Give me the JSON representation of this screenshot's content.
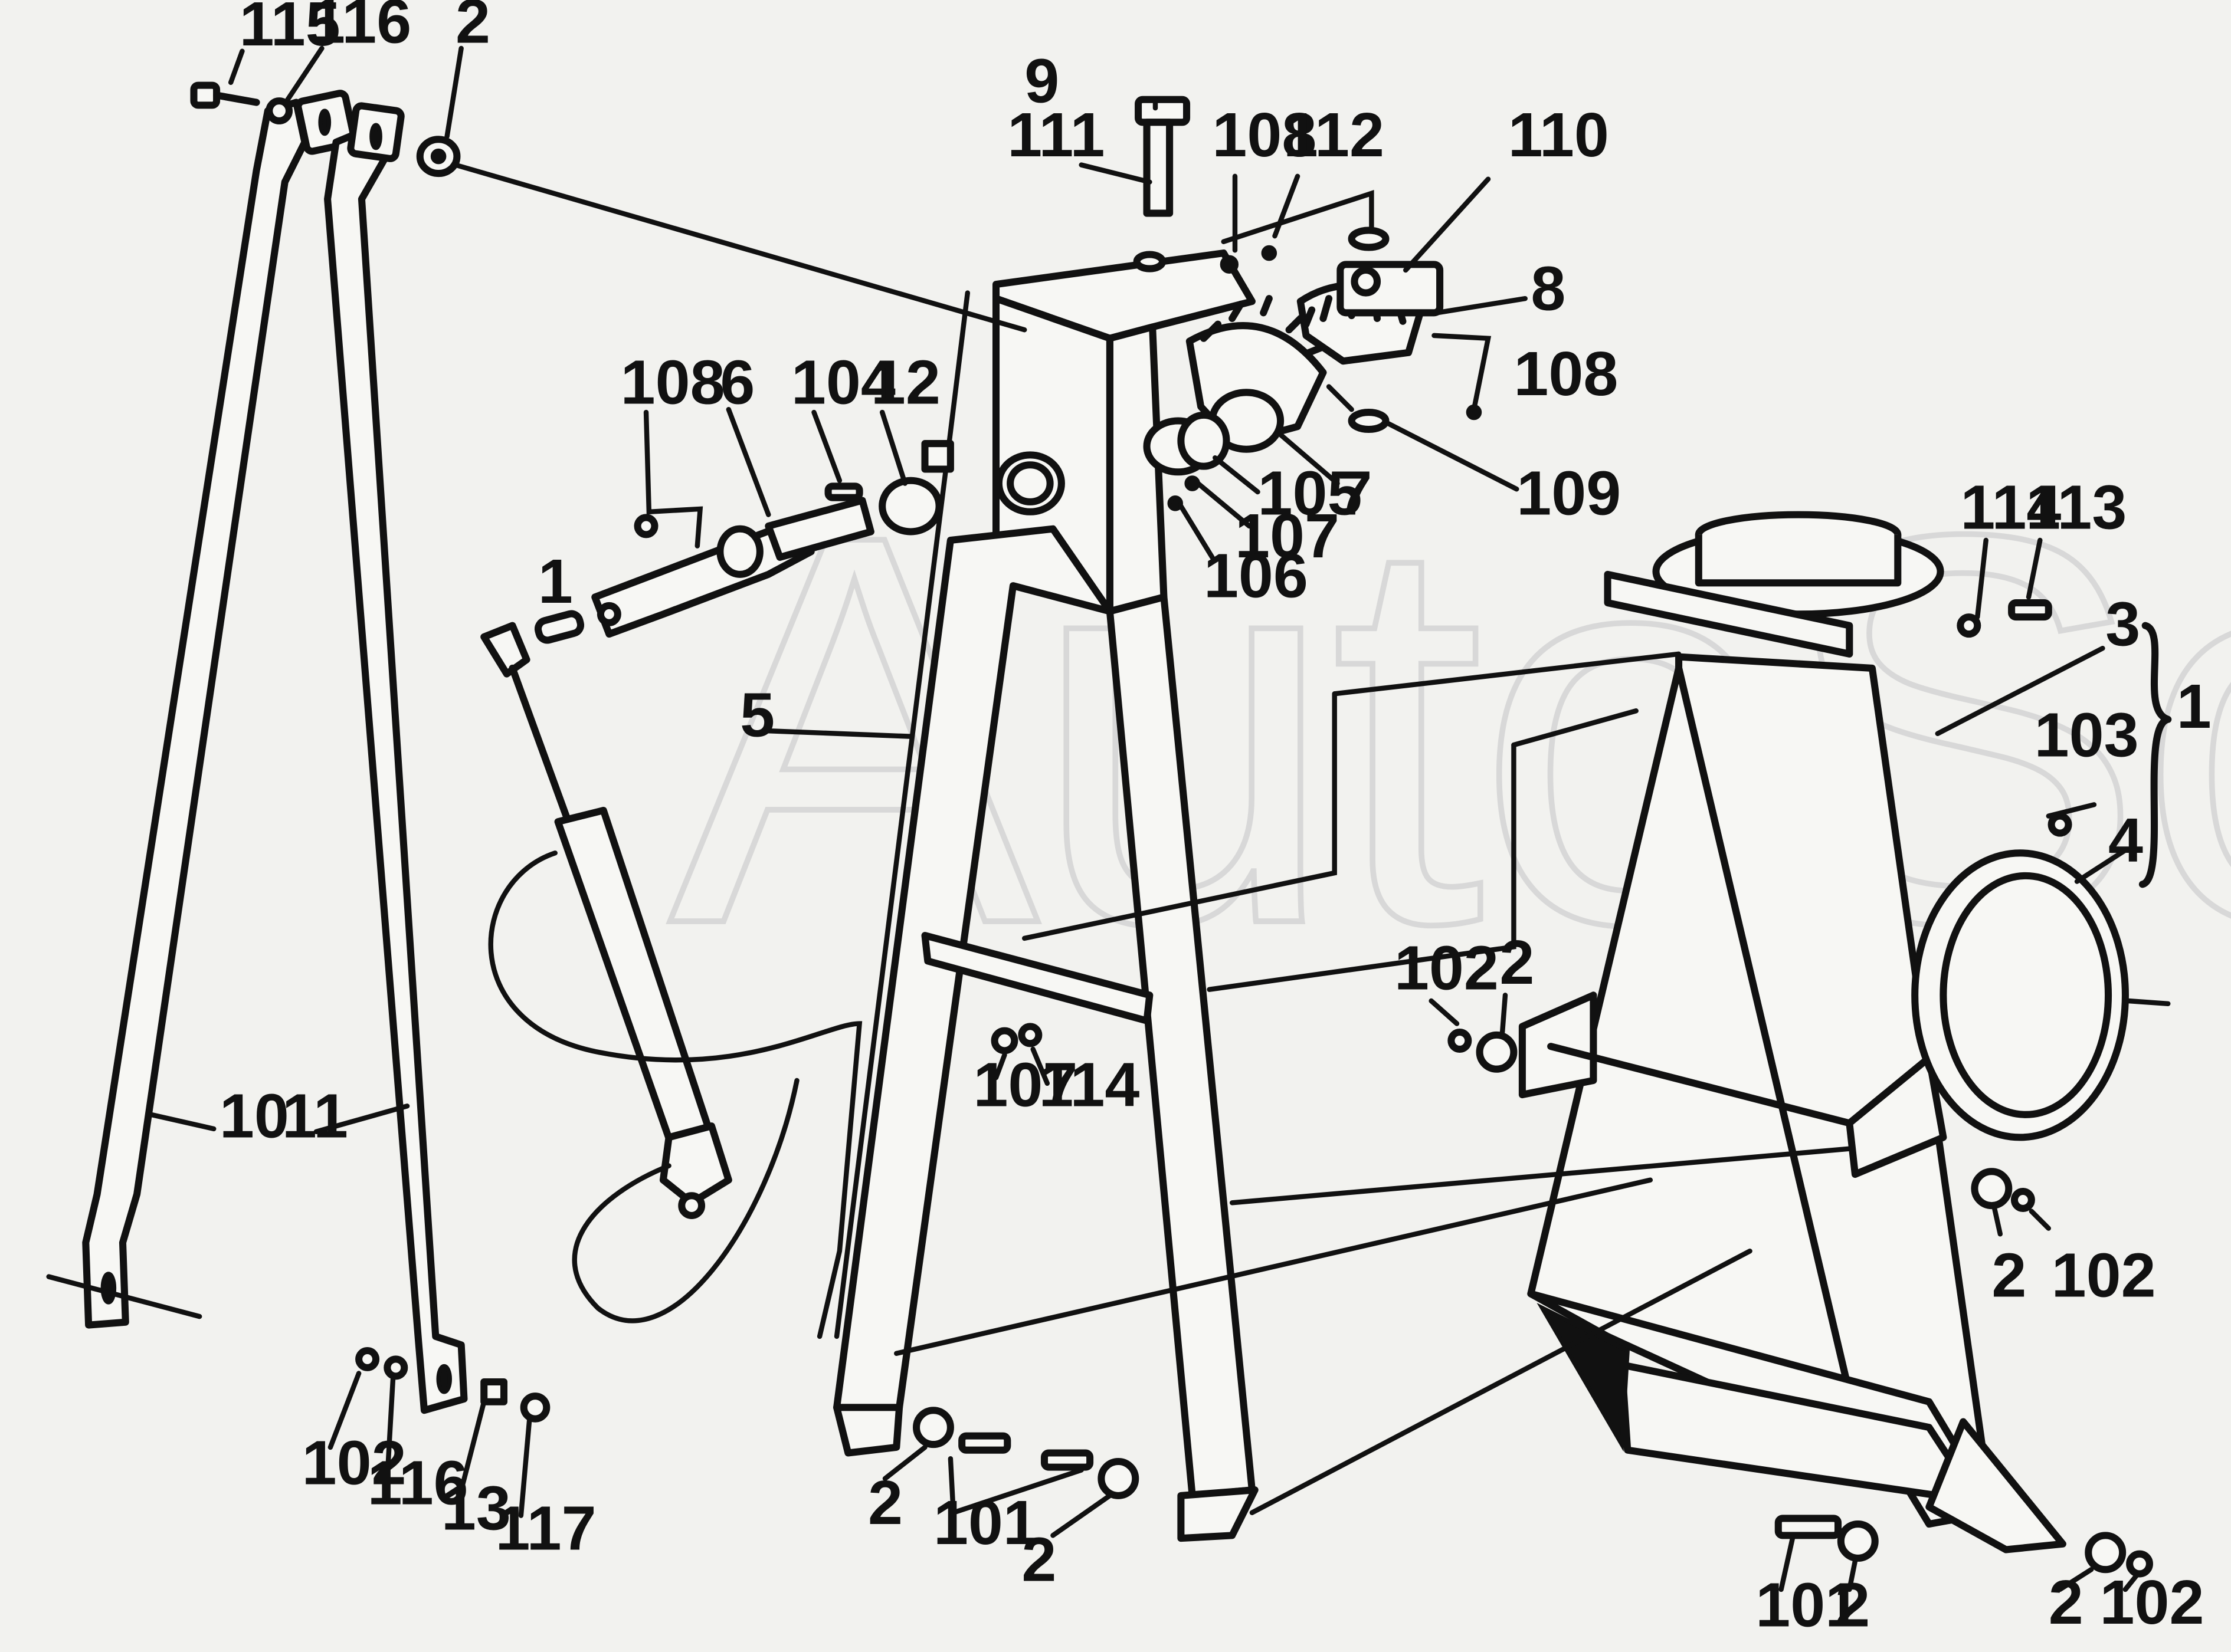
{
  "watermark": "AutoSoft",
  "callouts": [
    {
      "id": "c115",
      "text": "115"
    },
    {
      "id": "c116a",
      "text": "116"
    },
    {
      "id": "c2a",
      "text": "2"
    },
    {
      "id": "c9",
      "text": "9"
    },
    {
      "id": "c111",
      "text": "111"
    },
    {
      "id": "c108a",
      "text": "108"
    },
    {
      "id": "c112",
      "text": "112"
    },
    {
      "id": "c110",
      "text": "110"
    },
    {
      "id": "c8",
      "text": "8"
    },
    {
      "id": "c108b",
      "text": "108"
    },
    {
      "id": "c108c",
      "text": "108"
    },
    {
      "id": "c6",
      "text": "6"
    },
    {
      "id": "c104",
      "text": "104"
    },
    {
      "id": "c12",
      "text": "12"
    },
    {
      "id": "c105",
      "text": "105"
    },
    {
      "id": "c7",
      "text": "7"
    },
    {
      "id": "c109",
      "text": "109"
    },
    {
      "id": "c107a",
      "text": "107"
    },
    {
      "id": "c106",
      "text": "106"
    },
    {
      "id": "c1a",
      "text": "1"
    },
    {
      "id": "c114a",
      "text": "114"
    },
    {
      "id": "c113",
      "text": "113"
    },
    {
      "id": "c3",
      "text": "3"
    },
    {
      "id": "c1b",
      "text": "1"
    },
    {
      "id": "c5",
      "text": "5"
    },
    {
      "id": "c103",
      "text": "103"
    },
    {
      "id": "c4",
      "text": "4"
    },
    {
      "id": "c102a",
      "text": "102"
    },
    {
      "id": "c2b",
      "text": "2"
    },
    {
      "id": "c107b",
      "text": "107"
    },
    {
      "id": "c114b",
      "text": "114"
    },
    {
      "id": "c10",
      "text": "10"
    },
    {
      "id": "c11",
      "text": "11"
    },
    {
      "id": "c2c",
      "text": "2"
    },
    {
      "id": "c102b",
      "text": "102"
    },
    {
      "id": "c102c",
      "text": "102"
    },
    {
      "id": "c116b",
      "text": "116"
    },
    {
      "id": "c13",
      "text": "13"
    },
    {
      "id": "c117",
      "text": "117"
    },
    {
      "id": "c2d",
      "text": "2"
    },
    {
      "id": "c101a",
      "text": "101"
    },
    {
      "id": "c2e",
      "text": "2"
    },
    {
      "id": "c101b",
      "text": "101"
    },
    {
      "id": "c2f",
      "text": "2"
    },
    {
      "id": "c2g",
      "text": "2"
    },
    {
      "id": "c102d",
      "text": "102"
    }
  ]
}
